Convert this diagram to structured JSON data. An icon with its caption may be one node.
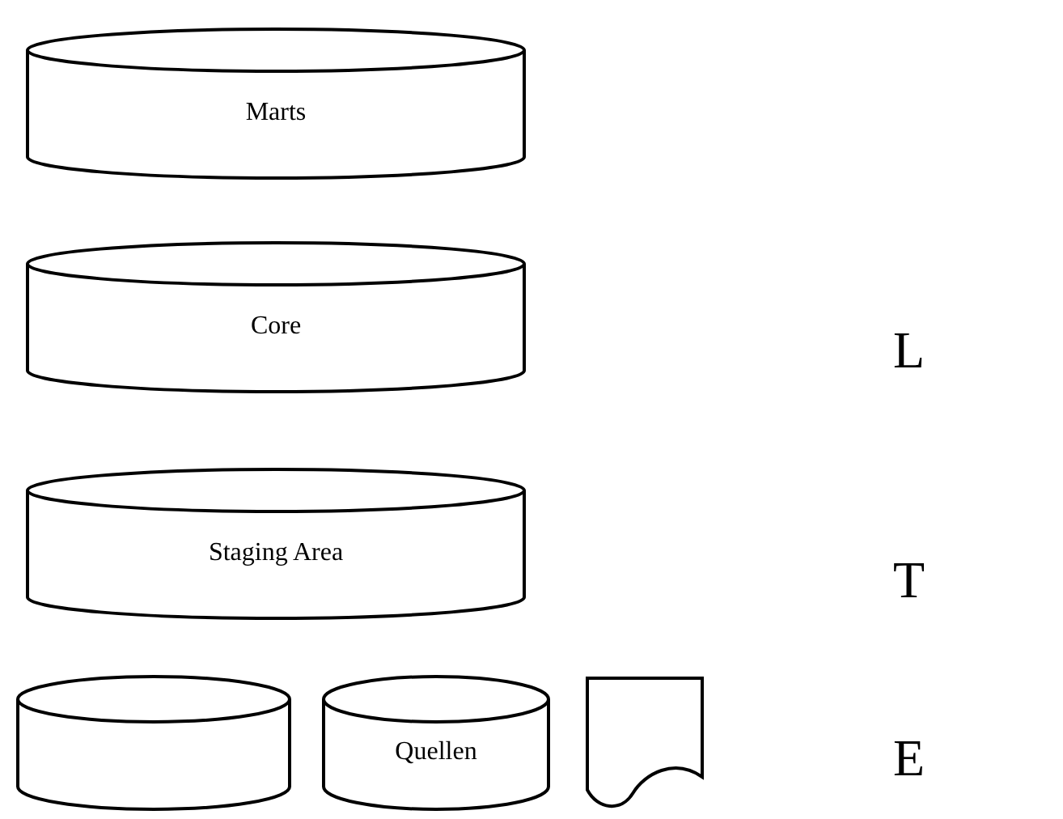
{
  "diagram": {
    "nodes": [
      {
        "text": [
          "Marts"
        ]
      },
      {
        "text": [
          "Core"
        ]
      },
      {
        "text": [
          "Staging Area"
        ]
      },
      {
        "text": [],
        "shape": "cylinder"
      },
      {
        "text": [
          "Quellen"
        ]
      },
      {
        "text": [],
        "shape": "document"
      }
    ],
    "labels": [
      "L",
      "T",
      "E"
    ]
  }
}
